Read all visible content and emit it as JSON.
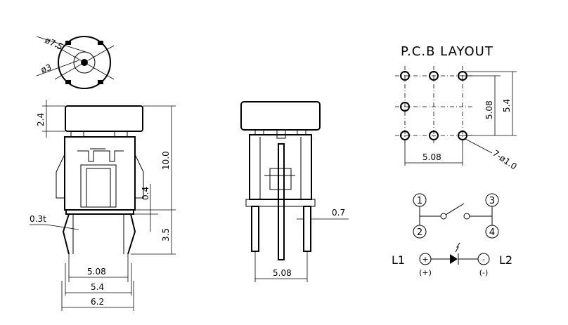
{
  "top_view": {
    "dia_outer": "ø7.5",
    "dia_inner": "ø3"
  },
  "front_view": {
    "cap_h": "2.4",
    "total_h": "10.0",
    "gap": "0.4",
    "pin_len": "3.5",
    "thickness": "0.3t",
    "w1": "5.08",
    "w2": "5.4",
    "w3": "6.2"
  },
  "side_view": {
    "pin_w": "0.7",
    "pitch": "5.08"
  },
  "pcb_layout": {
    "title": "P.C.B LAYOUT",
    "h_pitch": "5.08",
    "v_pitch": "5.08",
    "v_outer": "5.4",
    "holes": "7-ø1.0"
  },
  "schematic": {
    "pins": [
      "1",
      "2",
      "3",
      "4"
    ],
    "led_left": "L1",
    "led_right": "L2",
    "led_left_sign": "(+)",
    "led_right_sign": "(-)"
  }
}
